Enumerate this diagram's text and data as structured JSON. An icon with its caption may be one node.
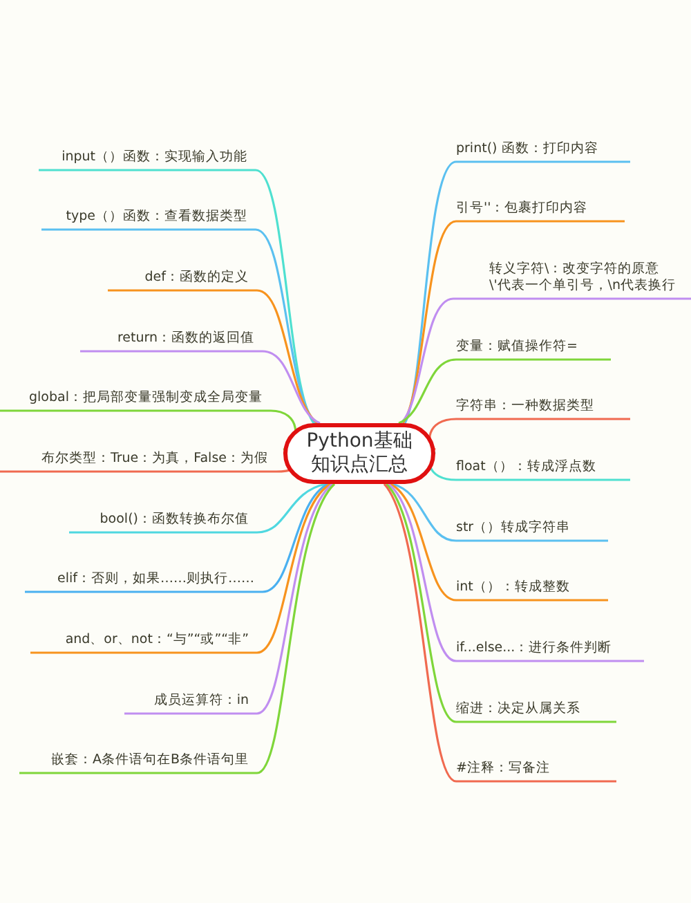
{
  "diagram": {
    "nodes": [
      {
        "text": [
          "Python基础知识点汇总"
        ]
      },
      {
        "text": [
          "input（）函数：实现输入功能"
        ]
      },
      {
        "text": [
          "type（）函数：查看数据类型"
        ]
      },
      {
        "text": [
          "def：函数的定义"
        ]
      },
      {
        "text": [
          "return：函数的返回值"
        ]
      },
      {
        "text": [
          "global：把局部变量强制变成全局变量"
        ]
      },
      {
        "text": [
          "布尔类型：True：为真，False：为假"
        ]
      },
      {
        "text": [
          "bool()：函数转换布尔值"
        ]
      },
      {
        "text": [
          "elif：否则，如果……则执行……"
        ]
      },
      {
        "text": [
          "and、or、not：“与”“或”“非”"
        ]
      },
      {
        "text": [
          "成员运算符：in"
        ]
      },
      {
        "text": [
          "嵌套：A条件语句在B条件语句里"
        ]
      },
      {
        "text": [
          "print() 函数：打印内容"
        ]
      },
      {
        "text": [
          "引号''：包裹打印内容"
        ]
      },
      {
        "text": [
          "转义字符\\：改变字符的原意 \\'代表一个单引号，\\n代表换行"
        ]
      },
      {
        "text": [
          "变量：赋值操作符="
        ]
      },
      {
        "text": [
          "字符串：一种数据类型"
        ]
      },
      {
        "text": [
          "float（）：转成浮点数"
        ]
      },
      {
        "text": [
          "str（）转成字符串"
        ]
      },
      {
        "text": [
          "int（）：转成整数"
        ]
      },
      {
        "text": [
          "if...else...：进行条件判断"
        ]
      },
      {
        "text": [
          "缩进：决定从属关系"
        ]
      },
      {
        "text": [
          "#注释：写备注"
        ]
      }
    ],
    "edges": [
      {
        "from": 0,
        "to": 1,
        "arrow": "none",
        "color": "#4fe0d0"
      },
      {
        "from": 0,
        "to": 2,
        "arrow": "none",
        "color": "#5bc0f0"
      },
      {
        "from": 0,
        "to": 3,
        "arrow": "none",
        "color": "#f7931e"
      },
      {
        "from": 0,
        "to": 4,
        "arrow": "none",
        "color": "#c08ef0"
      },
      {
        "from": 0,
        "to": 5,
        "arrow": "none",
        "color": "#7fd63a"
      },
      {
        "from": 0,
        "to": 6,
        "arrow": "none",
        "color": "#f06a50"
      },
      {
        "from": 0,
        "to": 7,
        "arrow": "none",
        "color": "#4fd8e0"
      },
      {
        "from": 0,
        "to": 8,
        "arrow": "none",
        "color": "#4ab0f0"
      },
      {
        "from": 0,
        "to": 9,
        "arrow": "none",
        "color": "#f7931e"
      },
      {
        "from": 0,
        "to": 10,
        "arrow": "none",
        "color": "#c08ef0"
      },
      {
        "from": 0,
        "to": 11,
        "arrow": "none",
        "color": "#7fd63a"
      },
      {
        "from": 0,
        "to": 12,
        "arrow": "none",
        "color": "#5bc0f0"
      },
      {
        "from": 0,
        "to": 13,
        "arrow": "none",
        "color": "#f7931e"
      },
      {
        "from": 0,
        "to": 14,
        "arrow": "none",
        "color": "#c08ef0"
      },
      {
        "from": 0,
        "to": 15,
        "arrow": "none",
        "color": "#7fd63a"
      },
      {
        "from": 0,
        "to": 16,
        "arrow": "none",
        "color": "#f06a50"
      },
      {
        "from": 0,
        "to": 17,
        "arrow": "none",
        "color": "#4fe0d0"
      },
      {
        "from": 0,
        "to": 18,
        "arrow": "none",
        "color": "#5bc0f0"
      },
      {
        "from": 0,
        "to": 19,
        "arrow": "none",
        "color": "#f7931e"
      },
      {
        "from": 0,
        "to": 20,
        "arrow": "none",
        "color": "#c08ef0"
      },
      {
        "from": 0,
        "to": 21,
        "arrow": "none",
        "color": "#7fd63a"
      },
      {
        "from": 0,
        "to": 22,
        "arrow": "none",
        "color": "#f06a50"
      }
    ]
  }
}
